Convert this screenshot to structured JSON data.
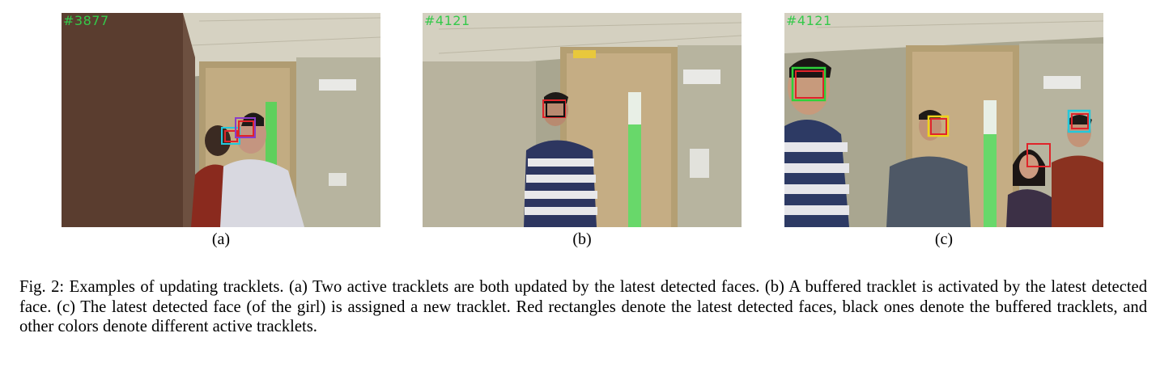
{
  "panels": [
    {
      "frame_id": "#3877",
      "label": "(a)"
    },
    {
      "frame_id": "#4121",
      "label": "(b)"
    },
    {
      "frame_id": "#4121",
      "label": "(c)"
    }
  ],
  "box_colors": {
    "detected": "#e0242a",
    "buffered": "#111111",
    "active_cyan": "#24c8dc",
    "active_green": "#2ed23a",
    "active_yellow": "#f0d21c",
    "active_purple": "#8a3cc8"
  },
  "caption": "Fig. 2: Examples of updating tracklets. (a) Two active tracklets are both updated by the latest detected faces. (b) A buffered tracklet is activated by the latest detected face. (c) The latest detected face (of the girl) is assigned a new tracklet. Red rectangles denote the latest detected faces, black ones denote the buffered tracklets, and other colors denote different active tracklets."
}
